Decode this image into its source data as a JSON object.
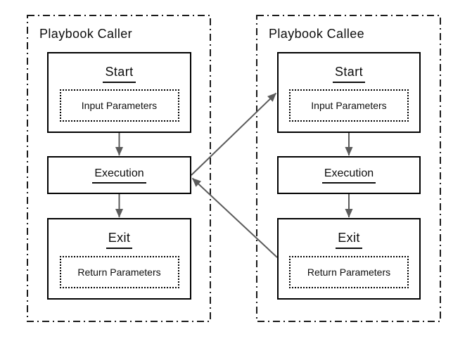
{
  "diagram": {
    "caller": {
      "title": "Playbook Caller",
      "start_label": "Start",
      "input_params_label": "Input Parameters",
      "execution_label": "Execution",
      "exit_label": "Exit",
      "return_params_label": "Return Parameters"
    },
    "callee": {
      "title": "Playbook Callee",
      "start_label": "Start",
      "input_params_label": "Input Parameters",
      "execution_label": "Execution",
      "exit_label": "Exit",
      "return_params_label": "Return Parameters"
    }
  },
  "colors": {
    "background": "#ffffff",
    "node_border": "#000000",
    "container_border": "#1a1a1a",
    "arrow": "#5b5b5b",
    "text": "#0d0d0d"
  }
}
